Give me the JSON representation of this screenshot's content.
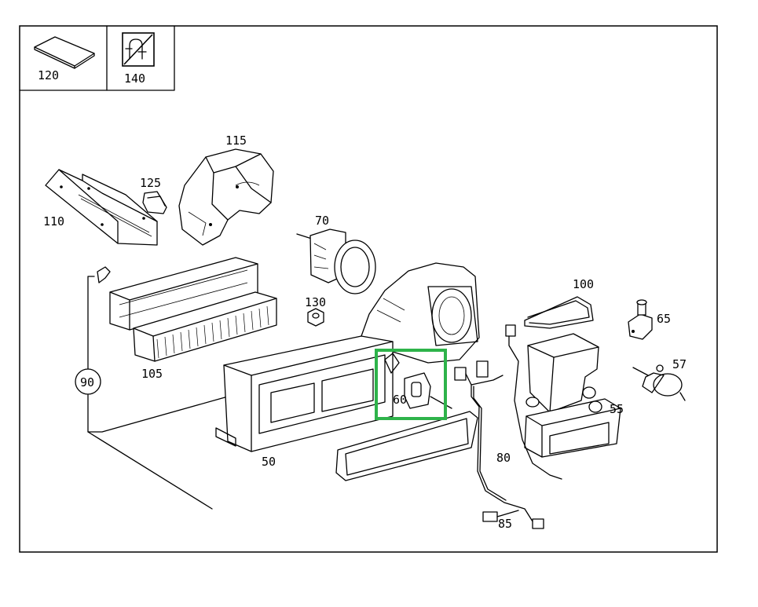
{
  "diagram": {
    "highlight_color": "#2eb34a",
    "legend": [
      {
        "id": "120",
        "label": "120",
        "icon": "filter-pad-icon"
      },
      {
        "id": "140",
        "label": "140",
        "icon": "refrigerant-no-service-icon"
      }
    ],
    "parts": {
      "p50": "50",
      "p55": "55",
      "p57": "57",
      "p60": "60",
      "p65": "65",
      "p70": "70",
      "p80": "80",
      "p85": "85",
      "p90": "90",
      "p100": "100",
      "p105": "105",
      "p110": "110",
      "p115": "115",
      "p125": "125",
      "p130": "130"
    },
    "highlighted_part": "60"
  }
}
